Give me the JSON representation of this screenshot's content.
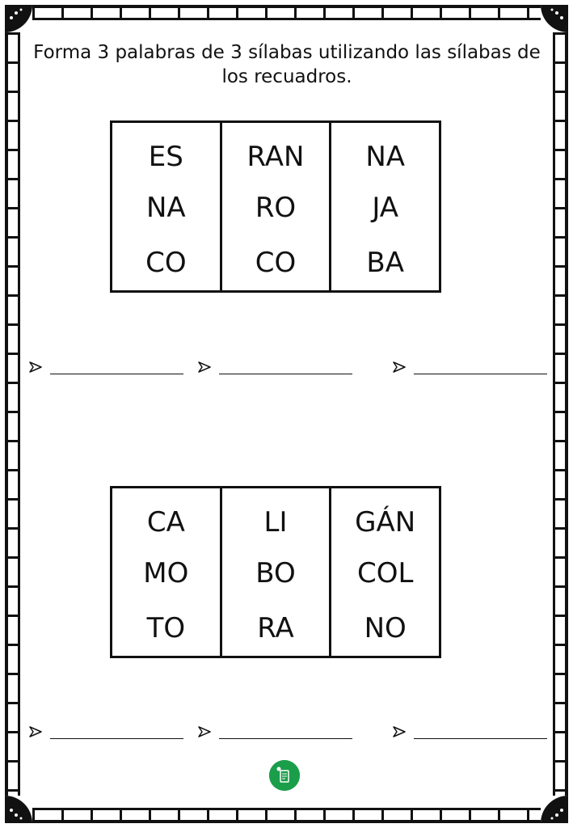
{
  "instruction": {
    "line1": "Forma 3 palabras de 3 sílabas utilizando las sílabas de",
    "line2": "los recuadros."
  },
  "box1": {
    "columns": [
      [
        "ES",
        "NA",
        "CO"
      ],
      [
        "RAN",
        "RO",
        "CO"
      ],
      [
        "NA",
        "JA",
        "BA"
      ]
    ]
  },
  "box2": {
    "columns": [
      [
        "CA",
        "MO",
        "TO"
      ],
      [
        "LI",
        "BO",
        "RA"
      ],
      [
        "GÁN",
        "COL",
        "NO"
      ]
    ]
  },
  "answer_rows": [
    {
      "blanks": 3,
      "arrow_icon": "arrow-bullet-icon"
    },
    {
      "blanks": 3,
      "arrow_icon": "arrow-bullet-icon"
    }
  ],
  "logo": {
    "icon": "publisher-logo-icon",
    "color": "#1b9e4a"
  },
  "frame_color": "#111111"
}
